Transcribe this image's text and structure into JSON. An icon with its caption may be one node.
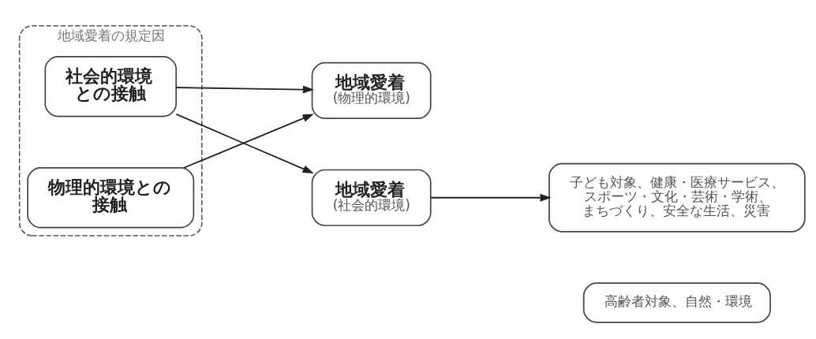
{
  "diagram": {
    "nodes": [
      {
        "text": [
          "地域愛着の規定因"
        ]
      },
      {
        "text": [
          "社会的環境との接触"
        ],
        "in": 0
      },
      {
        "text": [
          "物理的環境との接触"
        ],
        "in": 0
      },
      {
        "text": [
          "地域愛着",
          "(物理的環境)"
        ]
      },
      {
        "text": [
          "地域愛着",
          "(社会的環境)"
        ]
      },
      {
        "text": [
          "子ども対象、健康・医療サービス、スポーツ・文化・芸術・学術、まちづくり、安全な生活、災害"
        ]
      },
      {
        "text": [
          "高齢者対象、自然・環境"
        ]
      }
    ],
    "edges": [
      {
        "from": 1,
        "to": 3,
        "arrow": "to"
      },
      {
        "from": 1,
        "to": 4,
        "arrow": "to"
      },
      {
        "from": 2,
        "to": 3,
        "arrow": "to"
      },
      {
        "from": 4,
        "to": 5,
        "arrow": "to"
      }
    ]
  }
}
